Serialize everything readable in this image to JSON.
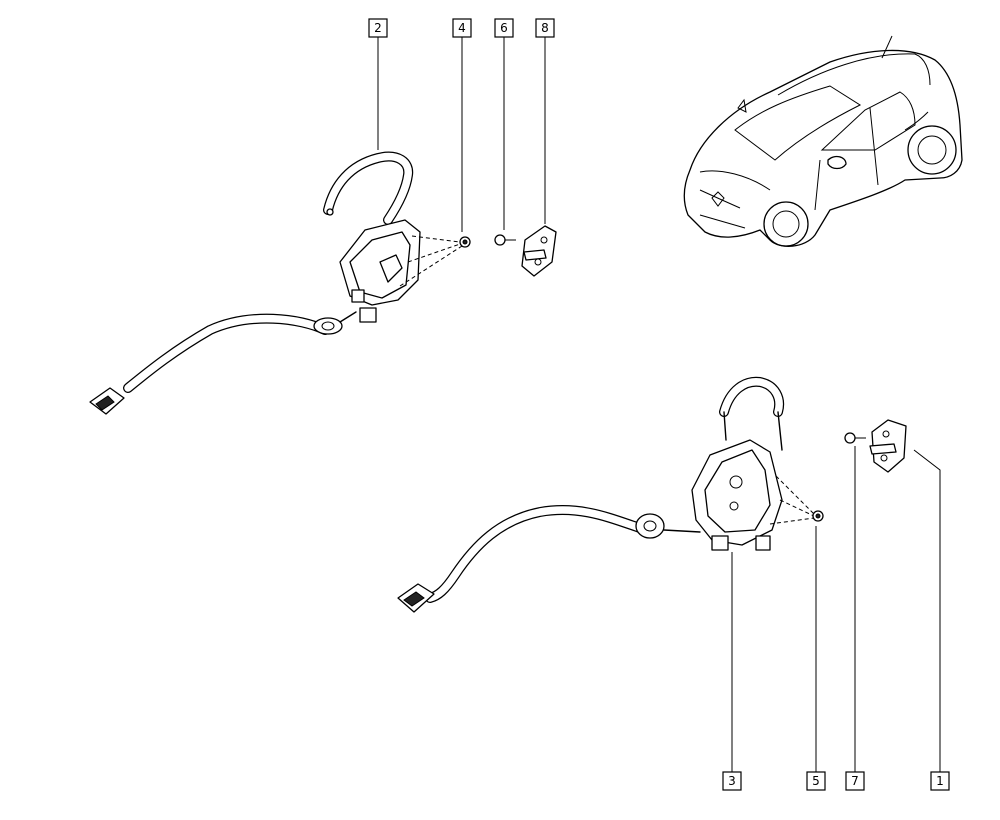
{
  "callouts": [
    {
      "id": "2",
      "label": "2"
    },
    {
      "id": "4",
      "label": "4"
    },
    {
      "id": "6",
      "label": "6"
    },
    {
      "id": "8",
      "label": "8"
    },
    {
      "id": "3",
      "label": "3"
    },
    {
      "id": "5",
      "label": "5"
    },
    {
      "id": "7",
      "label": "7"
    },
    {
      "id": "1",
      "label": "1"
    }
  ]
}
